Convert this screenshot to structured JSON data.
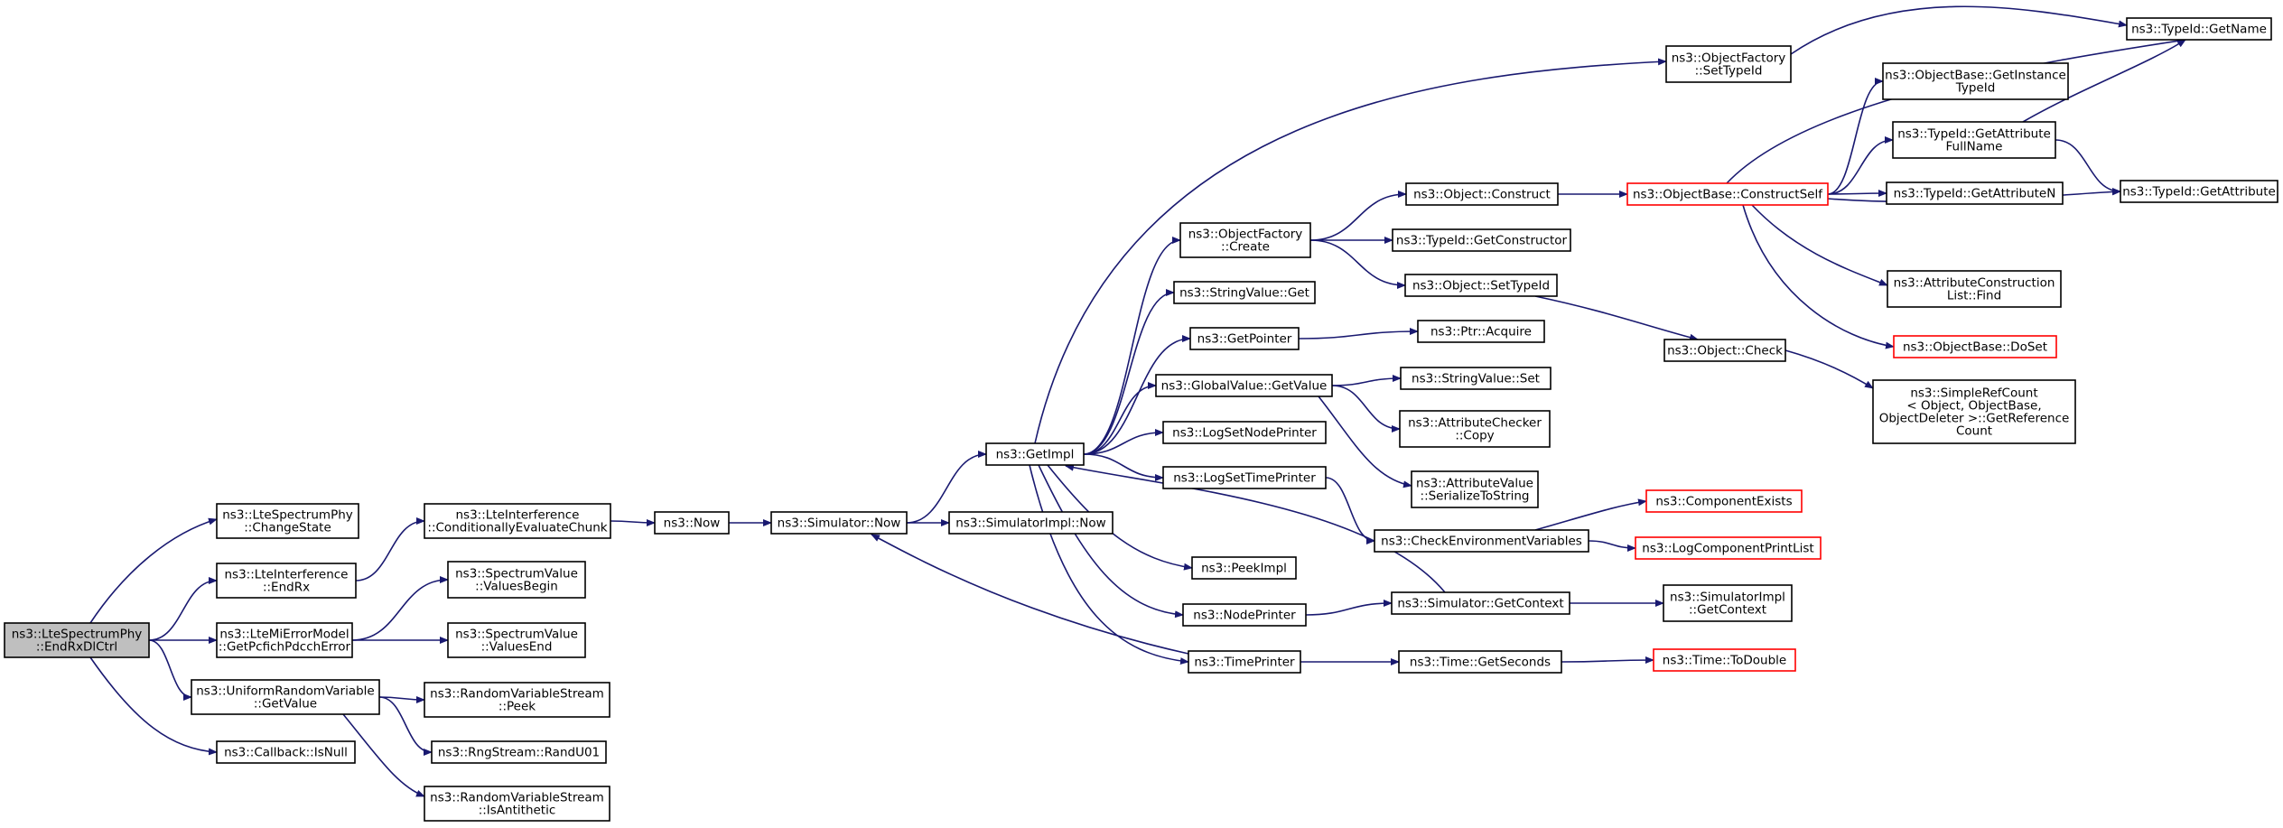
{
  "nodes": [
    {
      "id": "root",
      "lines": [
        "ns3::LteSpectrumPhy",
        "::EndRxDlCtrl"
      ],
      "style": "root"
    },
    {
      "id": "changestate",
      "lines": [
        "ns3::LteSpectrumPhy",
        "::ChangeState"
      ]
    },
    {
      "id": "endrx",
      "lines": [
        "ns3::LteInterference",
        "::EndRx"
      ]
    },
    {
      "id": "getpcfich",
      "lines": [
        "ns3::LteMiErrorModel",
        "::GetPcfichPdcchError"
      ]
    },
    {
      "id": "urv_getvalue",
      "lines": [
        "ns3::UniformRandomVariable",
        "::GetValue"
      ]
    },
    {
      "id": "cb_isnull",
      "lines": [
        "ns3::Callback::IsNull"
      ]
    },
    {
      "id": "condeval",
      "lines": [
        "ns3::LteInterference",
        "::ConditionallyEvaluateChunk"
      ]
    },
    {
      "id": "valuesbegin",
      "lines": [
        "ns3::SpectrumValue",
        "::ValuesBegin"
      ]
    },
    {
      "id": "valuesend",
      "lines": [
        "ns3::SpectrumValue",
        "::ValuesEnd"
      ]
    },
    {
      "id": "rvs_peek",
      "lines": [
        "ns3::RandomVariableStream",
        "::Peek"
      ]
    },
    {
      "id": "randu01",
      "lines": [
        "ns3::RngStream::RandU01"
      ]
    },
    {
      "id": "isantithetic",
      "lines": [
        "ns3::RandomVariableStream",
        "::IsAntithetic"
      ]
    },
    {
      "id": "now",
      "lines": [
        "ns3::Now"
      ]
    },
    {
      "id": "sim_now",
      "lines": [
        "ns3::Simulator::Now"
      ]
    },
    {
      "id": "simimpl_now",
      "lines": [
        "ns3::SimulatorImpl::Now"
      ]
    },
    {
      "id": "getimpl",
      "lines": [
        "ns3::GetImpl"
      ]
    },
    {
      "id": "of_create",
      "lines": [
        "ns3::ObjectFactory",
        "::Create"
      ]
    },
    {
      "id": "sv_get",
      "lines": [
        "ns3::StringValue::Get"
      ]
    },
    {
      "id": "getpointer",
      "lines": [
        "ns3::GetPointer"
      ]
    },
    {
      "id": "gv_getvalue",
      "lines": [
        "ns3::GlobalValue::GetValue"
      ]
    },
    {
      "id": "logsetnodeprinter",
      "lines": [
        "ns3::LogSetNodePrinter"
      ]
    },
    {
      "id": "logsettimeprinter",
      "lines": [
        "ns3::LogSetTimePrinter"
      ]
    },
    {
      "id": "peekimpl",
      "lines": [
        "ns3::PeekImpl"
      ]
    },
    {
      "id": "nodeprinter",
      "lines": [
        "ns3::NodePrinter"
      ]
    },
    {
      "id": "timeprinter",
      "lines": [
        "ns3::TimePrinter"
      ]
    },
    {
      "id": "of_settypeid",
      "lines": [
        "ns3::ObjectFactory",
        "::SetTypeId"
      ]
    },
    {
      "id": "obj_construct",
      "lines": [
        "ns3::Object::Construct"
      ]
    },
    {
      "id": "tid_getconstructor",
      "lines": [
        "ns3::TypeId::GetConstructor"
      ]
    },
    {
      "id": "obj_settypeid",
      "lines": [
        "ns3::Object::SetTypeId"
      ]
    },
    {
      "id": "ptr_acquire",
      "lines": [
        "ns3::Ptr::Acquire"
      ]
    },
    {
      "id": "sv_set",
      "lines": [
        "ns3::StringValue::Set"
      ]
    },
    {
      "id": "ac_copy",
      "lines": [
        "ns3::AttributeChecker",
        "::Copy"
      ]
    },
    {
      "id": "av_serialize",
      "lines": [
        "ns3::AttributeValue",
        "::SerializeToString"
      ]
    },
    {
      "id": "checkenv",
      "lines": [
        "ns3::CheckEnvironmentVariables"
      ]
    },
    {
      "id": "sim_getcontext",
      "lines": [
        "ns3::Simulator::GetContext"
      ]
    },
    {
      "id": "time_getseconds",
      "lines": [
        "ns3::Time::GetSeconds"
      ]
    },
    {
      "id": "ob_constructself",
      "lines": [
        "ns3::ObjectBase::ConstructSelf"
      ],
      "style": "red"
    },
    {
      "id": "obj_check",
      "lines": [
        "ns3::Object::Check"
      ]
    },
    {
      "id": "componentexists",
      "lines": [
        "ns3::ComponentExists"
      ],
      "style": "red"
    },
    {
      "id": "logcomponentprintlist",
      "lines": [
        "ns3::LogComponentPrintList"
      ],
      "style": "red"
    },
    {
      "id": "simimpl_getcontext",
      "lines": [
        "ns3::SimulatorImpl",
        "::GetContext"
      ]
    },
    {
      "id": "time_todouble",
      "lines": [
        "ns3::Time::ToDouble"
      ],
      "style": "red"
    },
    {
      "id": "tid_getname",
      "lines": [
        "ns3::TypeId::GetName"
      ]
    },
    {
      "id": "ob_getinstancetypeid",
      "lines": [
        "ns3::ObjectBase::GetInstance",
        "TypeId"
      ]
    },
    {
      "id": "tid_getattributefullname",
      "lines": [
        "ns3::TypeId::GetAttribute",
        "FullName"
      ]
    },
    {
      "id": "tid_getattributen",
      "lines": [
        "ns3::TypeId::GetAttributeN"
      ]
    },
    {
      "id": "tid_getattribute",
      "lines": [
        "ns3::TypeId::GetAttribute"
      ]
    },
    {
      "id": "acl_find",
      "lines": [
        "ns3::AttributeConstruction",
        "List::Find"
      ]
    },
    {
      "id": "ob_doset",
      "lines": [
        "ns3::ObjectBase::DoSet"
      ],
      "style": "red"
    },
    {
      "id": "simplerefcount",
      "lines": [
        "ns3::SimpleRefCount",
        "< Object, ObjectBase,",
        "ObjectDeleter >::GetReference",
        "Count"
      ]
    }
  ],
  "edges": [
    [
      "root",
      "changestate"
    ],
    [
      "root",
      "endrx"
    ],
    [
      "root",
      "getpcfich"
    ],
    [
      "root",
      "urv_getvalue"
    ],
    [
      "root",
      "cb_isnull"
    ],
    [
      "endrx",
      "condeval"
    ],
    [
      "getpcfich",
      "valuesbegin"
    ],
    [
      "getpcfich",
      "valuesend"
    ],
    [
      "urv_getvalue",
      "rvs_peek"
    ],
    [
      "urv_getvalue",
      "randu01"
    ],
    [
      "urv_getvalue",
      "isantithetic"
    ],
    [
      "condeval",
      "now"
    ],
    [
      "now",
      "sim_now"
    ],
    [
      "sim_now",
      "getimpl"
    ],
    [
      "sim_now",
      "simimpl_now"
    ],
    [
      "getimpl",
      "of_create"
    ],
    [
      "getimpl",
      "of_settypeid"
    ],
    [
      "getimpl",
      "sv_get"
    ],
    [
      "getimpl",
      "getpointer"
    ],
    [
      "getimpl",
      "gv_getvalue"
    ],
    [
      "getimpl",
      "logsetnodeprinter"
    ],
    [
      "getimpl",
      "logsettimeprinter"
    ],
    [
      "getimpl",
      "peekimpl"
    ],
    [
      "getimpl",
      "nodeprinter"
    ],
    [
      "getimpl",
      "timeprinter"
    ],
    [
      "of_create",
      "obj_construct"
    ],
    [
      "of_create",
      "tid_getconstructor"
    ],
    [
      "of_create",
      "obj_settypeid"
    ],
    [
      "getpointer",
      "ptr_acquire"
    ],
    [
      "gv_getvalue",
      "sv_set"
    ],
    [
      "gv_getvalue",
      "ac_copy"
    ],
    [
      "gv_getvalue",
      "av_serialize"
    ],
    [
      "logsettimeprinter",
      "checkenv"
    ],
    [
      "checkenv",
      "componentexists"
    ],
    [
      "checkenv",
      "logcomponentprintlist"
    ],
    [
      "sim_getcontext",
      "getimpl"
    ],
    [
      "sim_getcontext",
      "simimpl_getcontext"
    ],
    [
      "nodeprinter",
      "sim_getcontext"
    ],
    [
      "timeprinter",
      "sim_now"
    ],
    [
      "timeprinter",
      "time_getseconds"
    ],
    [
      "time_getseconds",
      "time_todouble"
    ],
    [
      "obj_construct",
      "ob_constructself"
    ],
    [
      "obj_settypeid",
      "obj_check"
    ],
    [
      "obj_check",
      "simplerefcount"
    ],
    [
      "of_settypeid",
      "tid_getname"
    ],
    [
      "ob_constructself",
      "tid_getname"
    ],
    [
      "ob_constructself",
      "ob_getinstancetypeid"
    ],
    [
      "ob_constructself",
      "tid_getattributefullname"
    ],
    [
      "ob_constructself",
      "tid_getattributen"
    ],
    [
      "ob_constructself",
      "tid_getattribute"
    ],
    [
      "ob_constructself",
      "acl_find"
    ],
    [
      "ob_constructself",
      "ob_doset"
    ],
    [
      "tid_getattributefullname",
      "tid_getname"
    ],
    [
      "tid_getattributefullname",
      "tid_getattribute"
    ]
  ]
}
